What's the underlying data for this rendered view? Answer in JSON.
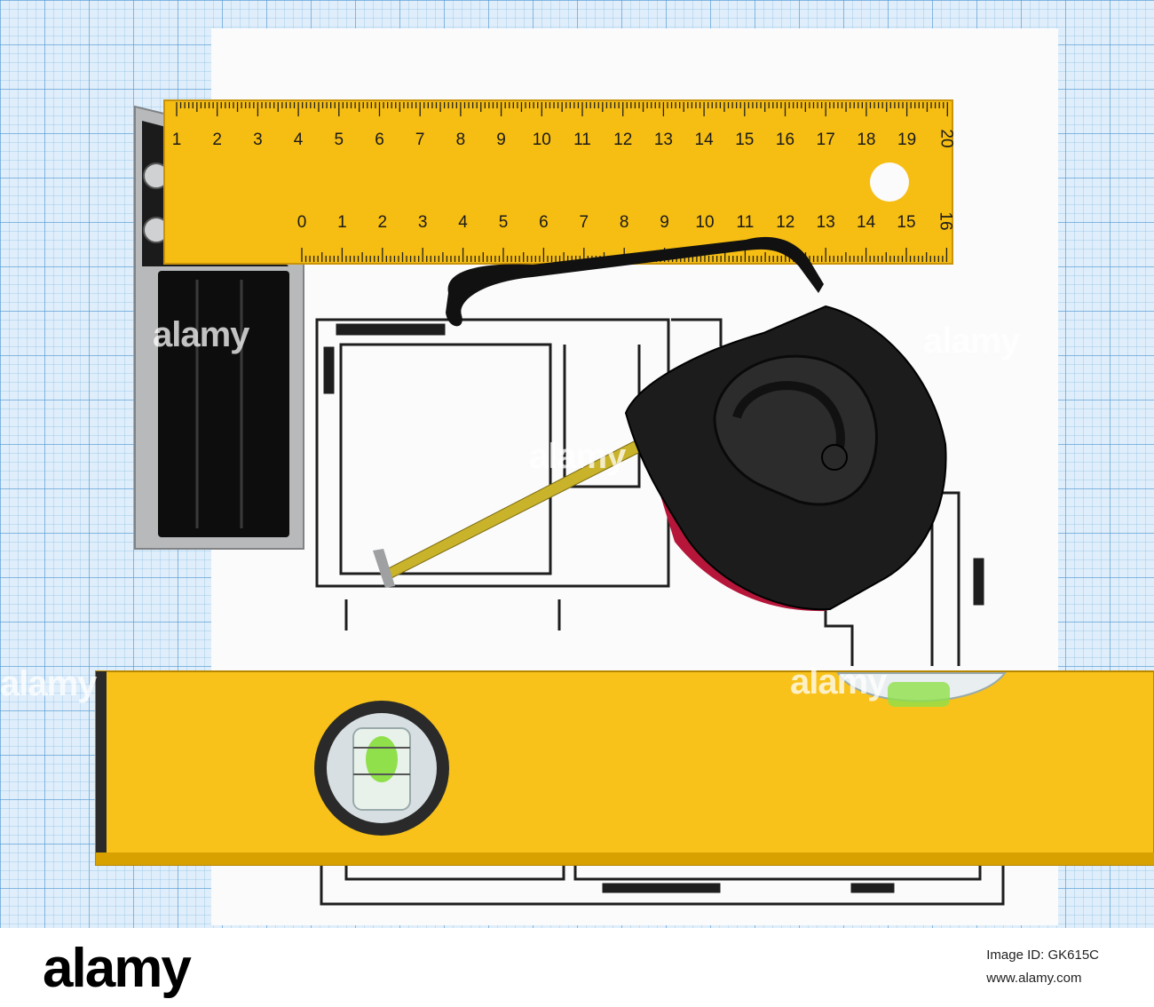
{
  "square_top_scale": [
    "1",
    "2",
    "3",
    "4",
    "5",
    "6",
    "7",
    "8",
    "9",
    "10",
    "11",
    "12",
    "13",
    "14",
    "15",
    "16",
    "17",
    "18",
    "19",
    "20"
  ],
  "square_bottom_scale": [
    "0",
    "1",
    "2",
    "3",
    "4",
    "5",
    "6",
    "7",
    "8",
    "9",
    "10",
    "11",
    "12",
    "13",
    "14",
    "15",
    "16"
  ],
  "watermark": "alamy",
  "footer": {
    "brand": "alamy",
    "image_id": "Image ID: GK615C",
    "site": "www.alamy.com"
  },
  "colors": {
    "graph_paper": "#dfeefa",
    "ruler_yellow": "#f6bd12",
    "level_yellow": "#f8c21a",
    "tape_black": "#1c1c1c",
    "tape_red": "#b5163a",
    "bubble_green": "#8fe04a"
  }
}
